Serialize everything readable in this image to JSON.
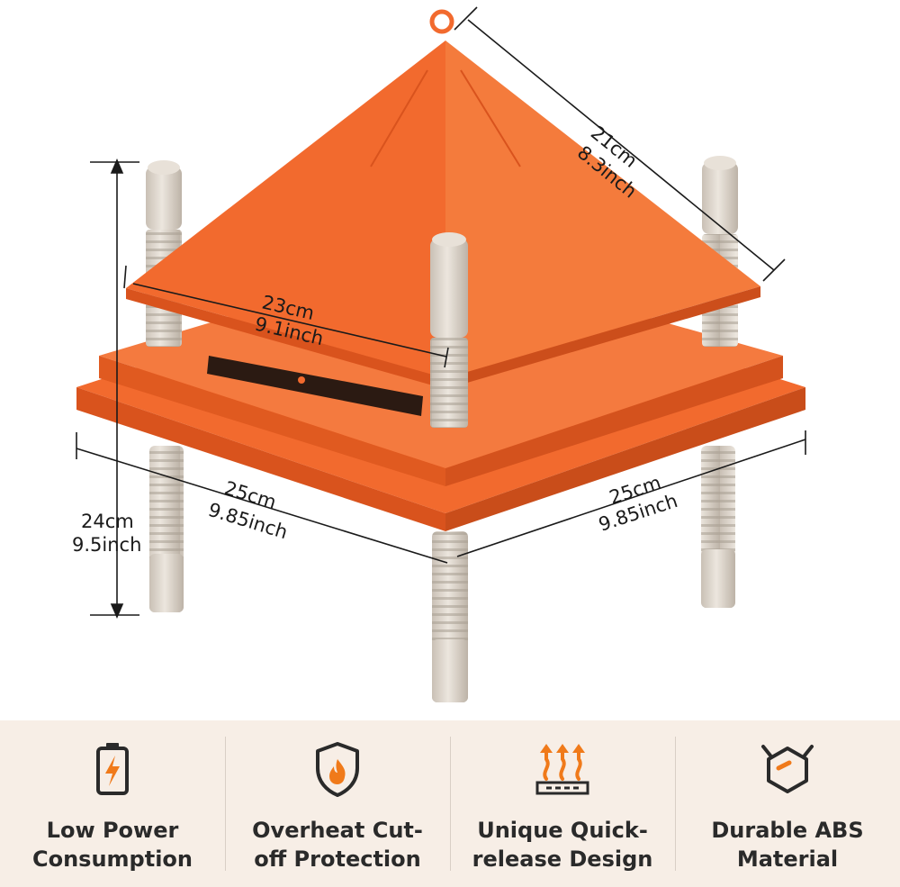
{
  "dimensions": {
    "slant": {
      "cm": "21cm",
      "inch": "8.3inch"
    },
    "top_width": {
      "cm": "23cm",
      "inch": "9.1inch"
    },
    "base_left": {
      "cm": "25cm",
      "inch": "9.85inch"
    },
    "base_right": {
      "cm": "25cm",
      "inch": "9.85inch"
    },
    "height": {
      "cm": "24cm",
      "inch": "9.5inch"
    }
  },
  "colors": {
    "orange": "#f26a2e",
    "orange_dark": "#d9531d",
    "leg": "#ddd5cb",
    "bar_bg": "#f7eee6",
    "accent": "#f07a1a"
  },
  "features": [
    {
      "icon": "battery-bolt-icon",
      "line1": "Low Power",
      "line2": "Consumption"
    },
    {
      "icon": "shield-flame-icon",
      "line1": "Overheat Cut-",
      "line2": "off Protection"
    },
    {
      "icon": "heat-arrows-icon",
      "line1": "Unique Quick-",
      "line2": "release Design"
    },
    {
      "icon": "hexagon-material-icon",
      "line1": "Durable ABS",
      "line2": "Material"
    }
  ]
}
